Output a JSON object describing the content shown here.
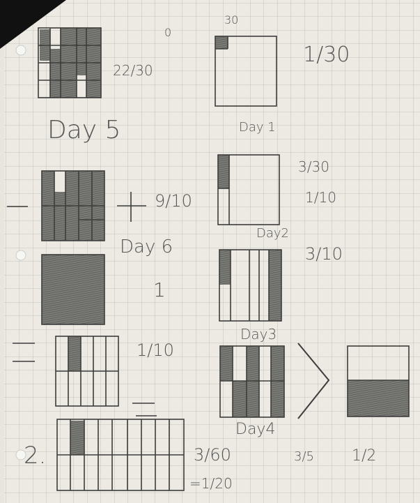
{
  "labels": {
    "day1": "Day 1",
    "day2": "Day2",
    "day3": "Day3",
    "day4": "Day4",
    "day5": "Day 5",
    "day6": "Day 6",
    "f_1_30": "1/30",
    "f_30": "30",
    "f_3_30": "3/30",
    "f_1_10": "1/10",
    "f_3_10": "3/10",
    "f_22_30": "22/30",
    "f_9_10": "9/10",
    "one": "1",
    "f_1_10b": "1/10",
    "f_3_60": "3/60",
    "f_1_20": "=1/20",
    "f_3_5": "3/5",
    "f_half": "1/2",
    "two": "2.",
    "zero": "0"
  },
  "colors": {
    "paper": "#eceae3",
    "grid": "#b9b8b1",
    "pencil": "#3c3c3c",
    "shade": "#6f6f6c"
  }
}
